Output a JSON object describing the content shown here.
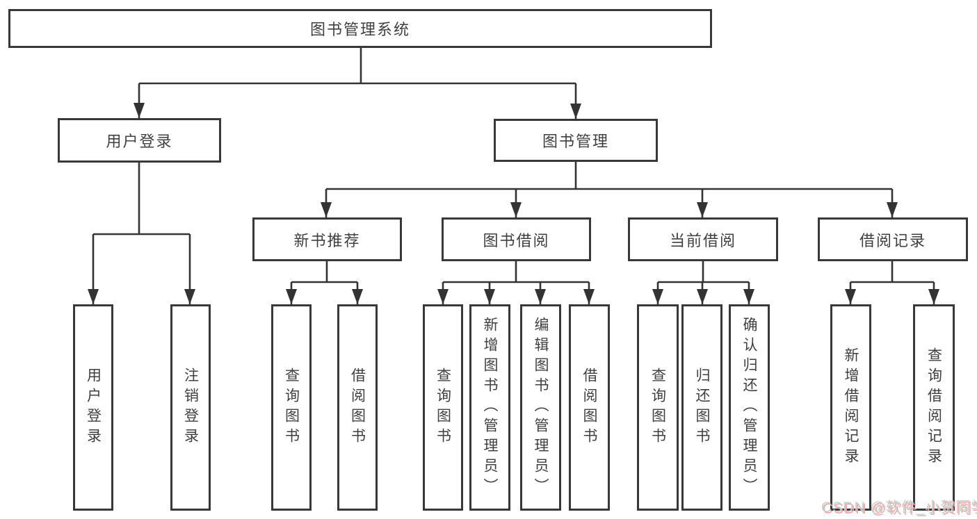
{
  "diagram_title": "图书管理系统",
  "watermark": "CSDN @软件_小贺同学",
  "colors": {
    "background": "#ffffff",
    "box_border": "#383838",
    "connector_line": "#333333",
    "text": "#3f3f3f",
    "watermark_gray": "#cbcbcb",
    "watermark_red": "#eda4a4"
  },
  "nodes": {
    "root": "图书管理系统",
    "level1": [
      "用户登录",
      "图书管理"
    ],
    "level2": [
      "新书推荐",
      "图书借阅",
      "当前借阅",
      "借阅记录"
    ],
    "level3": [
      "用户登录",
      "注销登录",
      "查询图书",
      "借阅图书",
      "查询图书",
      "新增图书（管理员）",
      "编辑图书（管理员）",
      "借阅图书",
      "查询图书",
      "归还图书",
      "确认归还（管理员）",
      "新增借阅记录",
      "查询借阅记录"
    ]
  },
  "hierarchy": {
    "图书管理系统": {
      "用户登录": [
        "用户登录",
        "注销登录"
      ],
      "图书管理": {
        "新书推荐": [
          "查询图书",
          "借阅图书"
        ],
        "图书借阅": [
          "查询图书",
          "新增图书（管理员）",
          "编辑图书（管理员）",
          "借阅图书"
        ],
        "当前借阅": [
          "查询图书",
          "归还图书",
          "确认归还（管理员）"
        ],
        "借阅记录": [
          "新增借阅记录",
          "查询借阅记录"
        ]
      }
    }
  }
}
